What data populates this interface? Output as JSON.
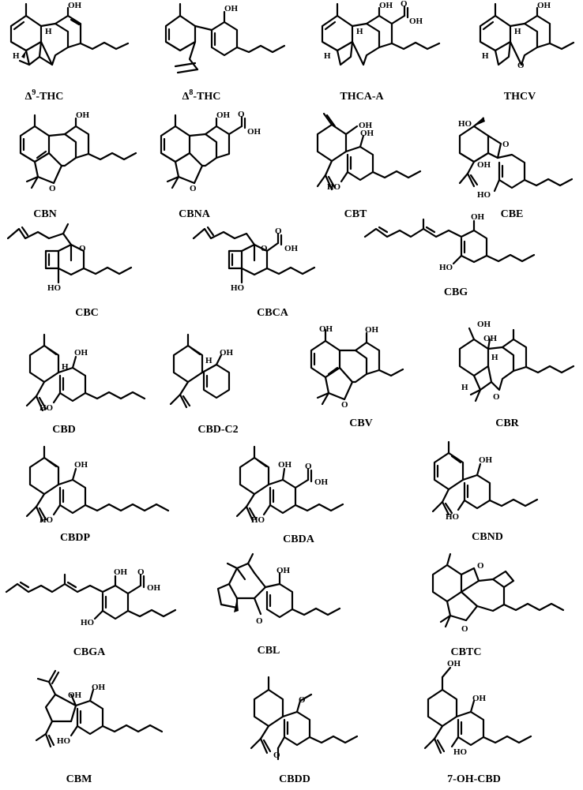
{
  "compounds": [
    {
      "label": "Δ⁹-THC",
      "label_base": "Δ",
      "label_sup": "9",
      "label_rest": "-THC",
      "atoms": [
        "OH",
        "H",
        "H"
      ]
    },
    {
      "label": "Δ⁸-THC",
      "label_base": "Δ",
      "label_sup": "8",
      "label_rest": "-THC",
      "atoms": [
        "OH"
      ]
    },
    {
      "label": "THCA-A",
      "atoms": [
        "OH",
        "O",
        "OH",
        "H",
        "H"
      ]
    },
    {
      "label": "THCV",
      "atoms": [
        "OH",
        "H",
        "H",
        "O"
      ]
    },
    {
      "label": "CBN",
      "atoms": [
        "OH",
        "O"
      ]
    },
    {
      "label": "CBNA",
      "atoms": [
        "OH",
        "O",
        "OH",
        "O"
      ]
    },
    {
      "label": "CBT",
      "atoms": [
        "OH",
        "OH",
        "HO"
      ]
    },
    {
      "label": "CBE",
      "atoms": [
        "HO",
        "O",
        "OH",
        "HO"
      ]
    },
    {
      "label": "CBC",
      "atoms": [
        "O",
        "HO"
      ]
    },
    {
      "label": "CBCA",
      "atoms": [
        "O",
        "O",
        "OH",
        "HO"
      ]
    },
    {
      "label": "CBG",
      "atoms": [
        "OH",
        "HO"
      ]
    },
    {
      "label": "CBD",
      "atoms": [
        "OH",
        "H",
        "HO"
      ]
    },
    {
      "label": "CBD-C2",
      "atoms": [
        "OH",
        "H"
      ]
    },
    {
      "label": "CBV",
      "atoms": [
        "OH",
        "OH",
        "O"
      ]
    },
    {
      "label": "CBR",
      "atoms": [
        "OH",
        "H",
        "OH",
        "H",
        "O"
      ]
    },
    {
      "label": "CBDP",
      "atoms": [
        "OH",
        "HO"
      ]
    },
    {
      "label": "CBDA",
      "atoms": [
        "OH",
        "O",
        "OH",
        "HO"
      ]
    },
    {
      "label": "CBND",
      "atoms": [
        "OH",
        "HO"
      ]
    },
    {
      "label": "CBGA",
      "atoms": [
        "OH",
        "O",
        "OH",
        "HO"
      ]
    },
    {
      "label": "CBL",
      "atoms": [
        "OH",
        "O"
      ]
    },
    {
      "label": "CBTC",
      "atoms": [
        "O",
        "O"
      ]
    },
    {
      "label": "CBM",
      "atoms": [
        "OH",
        "OH",
        "HO"
      ]
    },
    {
      "label": "CBDD",
      "atoms": [
        "O",
        "O"
      ]
    },
    {
      "label": "7-OH-CBD",
      "atoms": [
        "OH",
        "OH",
        "HO"
      ]
    }
  ]
}
